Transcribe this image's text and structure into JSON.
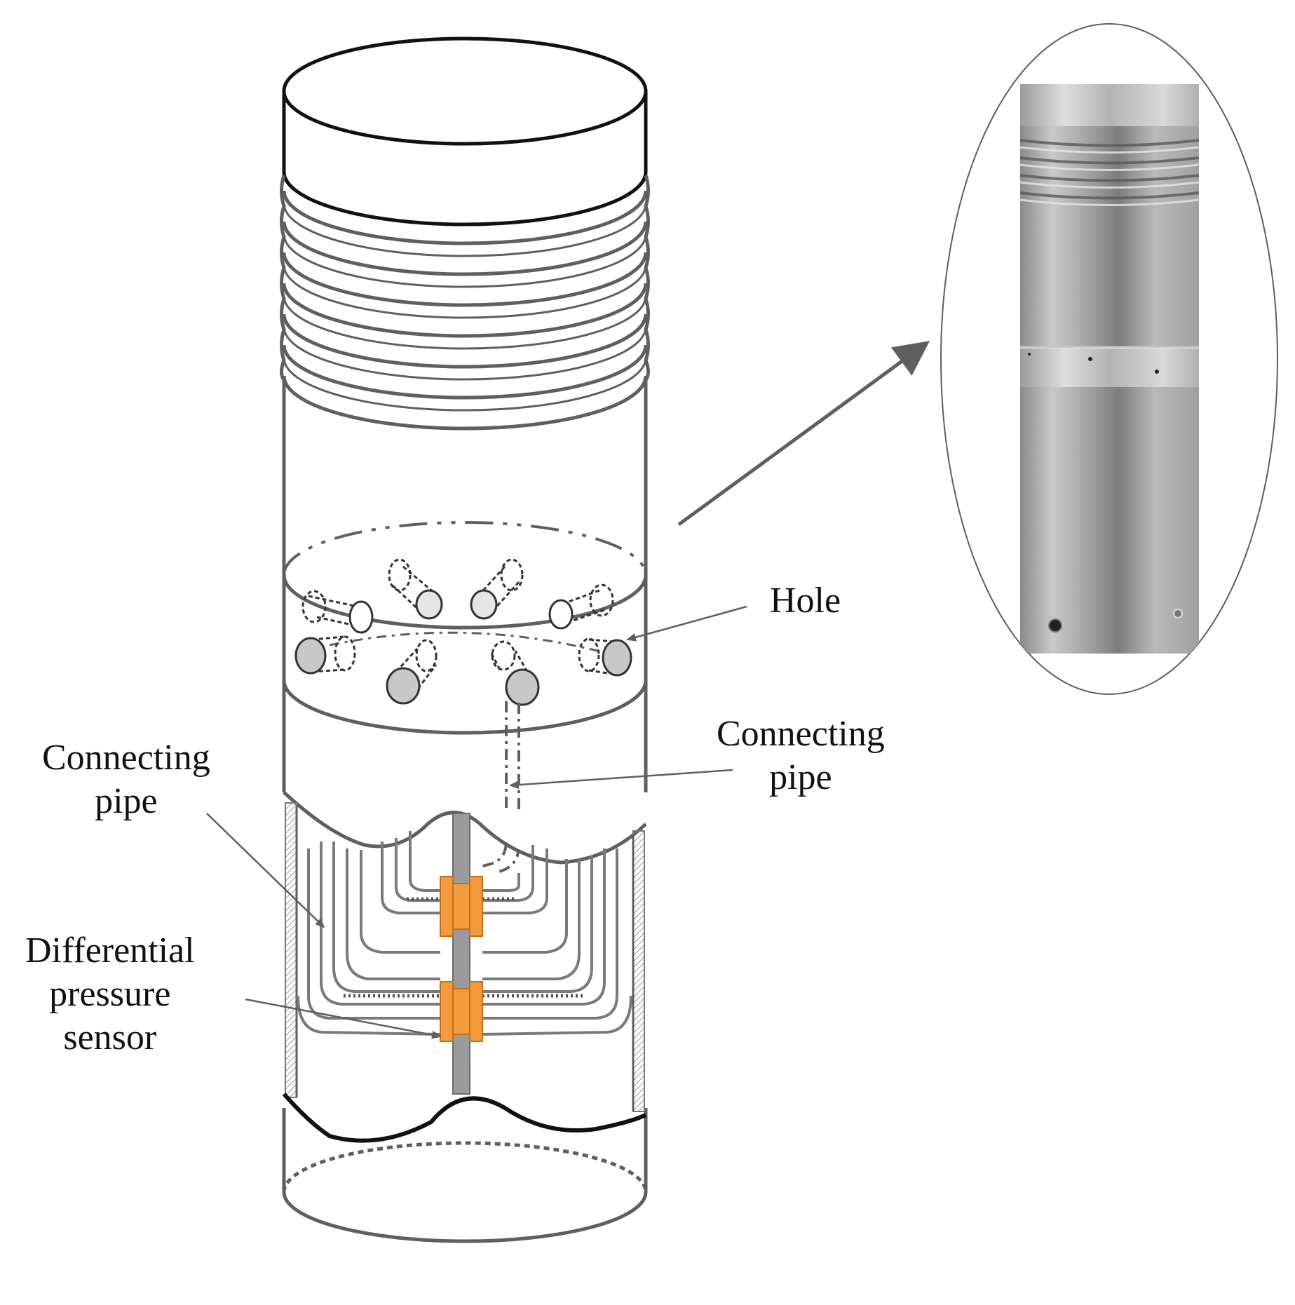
{
  "labels": {
    "hole": "Hole",
    "connecting_pipe_right_line1": "Connecting",
    "connecting_pipe_right_line2": "pipe",
    "connecting_pipe_left_line1": "Connecting",
    "connecting_pipe_left_line2": "pipe",
    "sensor_line1": "Differential",
    "sensor_line2": "pressure",
    "sensor_line3": "sensor"
  },
  "colors": {
    "outline": "#5f5f5f",
    "dark_outline": "#111111",
    "pipe": "#8a8a8a",
    "hole_fill": "#c8c8c8",
    "sensor": "#f39a3c",
    "sensor_rod": "#9a9a9a",
    "metal_light": "#d4d4d4",
    "metal_dark": "#8c8c8c"
  },
  "icons": {
    "cylinder_body": "probe-cylinder",
    "photo_inset": "probe-photo-inset"
  }
}
